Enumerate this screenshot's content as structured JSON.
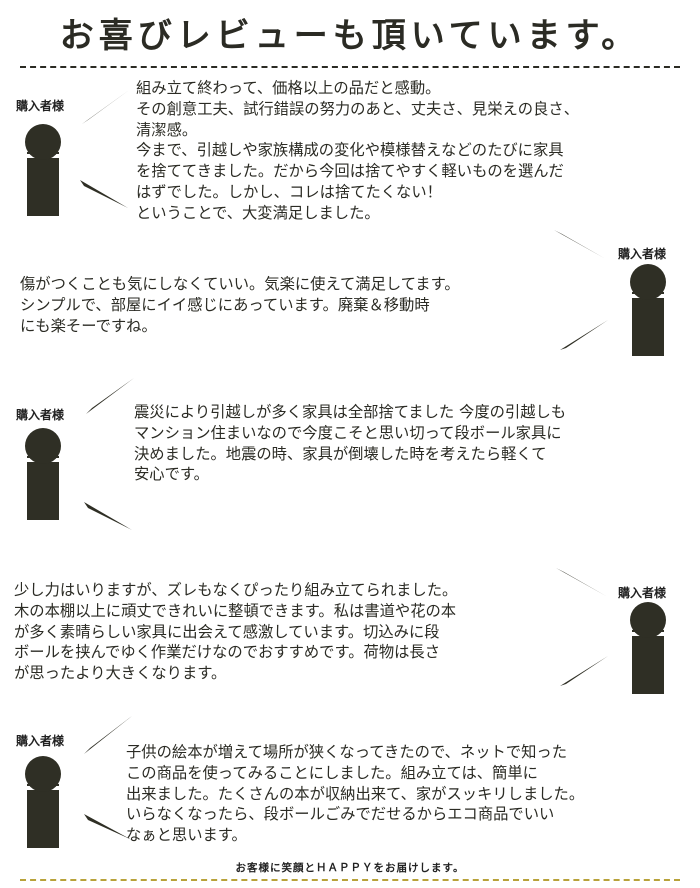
{
  "title": "お喜びレビューも頂いています。",
  "buyer_label": "購入者様",
  "reviews": [
    {
      "lines": [
        "組み立て終わって、価格以上の品だと感動。",
        "その創意工夫、試行錯誤の努力のあと、丈夫さ、見栄えの良さ、",
        "清潔感。",
        "今まで、引越しや家族構成の変化や模様替えなどのたびに家具",
        "を捨ててきました。だから今回は捨てやすく軽いものを選んだ",
        "はずでした。しかし、コレは捨てたくない！",
        "ということで、大変満足しました。"
      ]
    },
    {
      "lines": [
        "傷がつくことも気にしなくていい。気楽に使えて満足してます。",
        "シンプルで、部屋にイイ感じにあっています。廃棄＆移動時",
        "にも楽そーですね。"
      ]
    },
    {
      "lines": [
        "震災により引越しが多く家具は全部捨てました 今度の引越しも",
        "マンション住まいなので今度こそと思い切って段ボール家具に",
        "決めました。地震の時、家具が倒壊した時を考えたら軽くて",
        "安心です。"
      ]
    },
    {
      "lines": [
        "少し力はいりますが、ズレもなくぴったり組み立てられました。",
        "木の本棚以上に頑丈できれいに整頓できます。私は書道や花の本",
        "が多く素晴らしい家具に出会えて感激しています。切込みに段",
        "ボールを挟んでゆく作業だけなのでおすすめです。荷物は長さ",
        "が思ったより大きくなります。"
      ]
    },
    {
      "lines": [
        "子供の絵本が増えて場所が狭くなってきたので、ネットで知った",
        "この商品を使ってみることにしました。組み立ては、簡単に",
        "出来ました。たくさんの本が収納出来て、家がスッキリしました。",
        "いらなくなったら、段ボールごみでだせるからエコ商品でいい",
        " なぁと思います。"
      ]
    }
  ],
  "footer": "お客様に笑顔とＨＡＰＰＹをお届けします。"
}
